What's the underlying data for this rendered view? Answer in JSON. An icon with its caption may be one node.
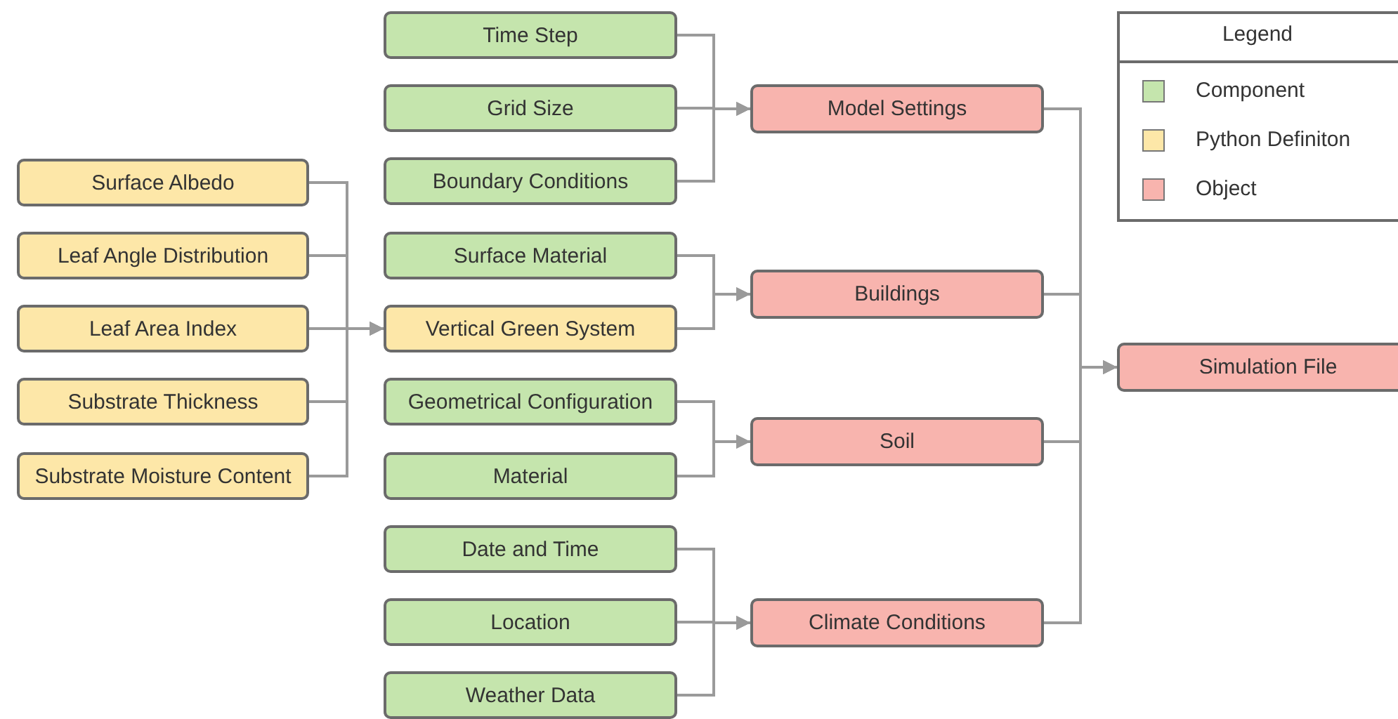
{
  "diagram": {
    "nodes": [
      {
        "text": [
          "Surface Albedo"
        ]
      },
      {
        "text": [
          "Leaf Angle Distribution"
        ]
      },
      {
        "text": [
          "Leaf Area Index"
        ]
      },
      {
        "text": [
          "Substrate Thickness"
        ]
      },
      {
        "text": [
          "Substrate Moisture Content"
        ]
      },
      {
        "text": [
          "Time Step"
        ]
      },
      {
        "text": [
          "Grid Size"
        ]
      },
      {
        "text": [
          "Boundary Conditions"
        ]
      },
      {
        "text": [
          "Surface Material"
        ]
      },
      {
        "text": [
          "Vertical Green System"
        ]
      },
      {
        "text": [
          "Geometrical Configuration"
        ]
      },
      {
        "text": [
          "Material"
        ]
      },
      {
        "text": [
          "Date and Time"
        ]
      },
      {
        "text": [
          "Location"
        ]
      },
      {
        "text": [
          "Weather Data"
        ]
      },
      {
        "text": [
          "Model Settings"
        ]
      },
      {
        "text": [
          "Buildings"
        ]
      },
      {
        "text": [
          "Soil"
        ]
      },
      {
        "text": [
          "Climate Conditions"
        ]
      },
      {
        "text": [
          "Simulation File"
        ]
      }
    ],
    "edges": [
      {
        "from": 0,
        "to": 9,
        "arrow": "to"
      },
      {
        "from": 1,
        "to": 9,
        "arrow": "to"
      },
      {
        "from": 2,
        "to": 9,
        "arrow": "to"
      },
      {
        "from": 3,
        "to": 9,
        "arrow": "to"
      },
      {
        "from": 4,
        "to": 9,
        "arrow": "to"
      },
      {
        "from": 5,
        "to": 15,
        "arrow": "to"
      },
      {
        "from": 6,
        "to": 15,
        "arrow": "to"
      },
      {
        "from": 7,
        "to": 15,
        "arrow": "to"
      },
      {
        "from": 8,
        "to": 16,
        "arrow": "to"
      },
      {
        "from": 9,
        "to": 16,
        "arrow": "to"
      },
      {
        "from": 10,
        "to": 17,
        "arrow": "to"
      },
      {
        "from": 11,
        "to": 17,
        "arrow": "to"
      },
      {
        "from": 12,
        "to": 18,
        "arrow": "to"
      },
      {
        "from": 13,
        "to": 18,
        "arrow": "to"
      },
      {
        "from": 14,
        "to": 18,
        "arrow": "to"
      },
      {
        "from": 15,
        "to": 19,
        "arrow": "to"
      },
      {
        "from": 16,
        "to": 19,
        "arrow": "to"
      },
      {
        "from": 17,
        "to": 19,
        "arrow": "to"
      },
      {
        "from": 18,
        "to": 19,
        "arrow": "to"
      }
    ],
    "labels": [
      "Legend"
    ],
    "legend": [
      {
        "text": "Component",
        "color": "#c5e5ad"
      },
      {
        "text": "Python Definiton",
        "color": "#fde7a8"
      },
      {
        "text": "Object",
        "color": "#f8b4ae"
      }
    ]
  }
}
